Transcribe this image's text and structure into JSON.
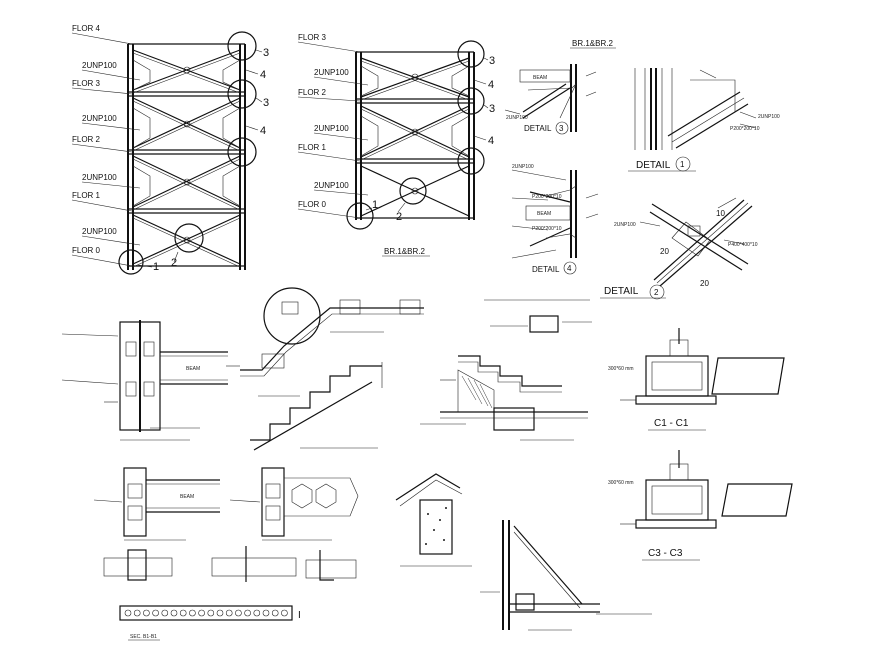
{
  "frame_a": {
    "floors": [
      "FLOR  4",
      "FLOR  3",
      "FLOR  2",
      "FLOR  1",
      "FLOR  0"
    ],
    "members": [
      "2UNP100",
      "2UNP100",
      "2UNP100",
      "2UNP100"
    ],
    "callouts": [
      "3",
      "4",
      "3",
      "4",
      "1",
      "2"
    ]
  },
  "frame_b": {
    "floors": [
      "FLOR  3",
      "FLOR  2",
      "FLOR  1",
      "FLOR  0"
    ],
    "members": [
      "2UNP100",
      "2UNP100",
      "2UNP100"
    ],
    "callouts": [
      "3",
      "4",
      "3",
      "4",
      "1",
      "2"
    ],
    "caption": "BR.1&BR.2"
  },
  "details": {
    "top_caption": "BR.1&BR.2",
    "detail3": {
      "title": "DETAIL",
      "num": "3",
      "member": "2UNP100",
      "beam": "BEAM"
    },
    "detail1": {
      "title": "DETAIL",
      "num": "1",
      "member": "2UNP100",
      "plate": "P200*200*10"
    },
    "detail4": {
      "title": "DETAIL",
      "num": "4",
      "member": "2UNP100",
      "plate1": "P200*200*10",
      "plate2": "P200*200*10",
      "beam": "BEAM"
    },
    "detail2": {
      "title": "DETAIL",
      "num": "2",
      "member": "2UNP100",
      "plate": "P400*400*10",
      "dim1": "10",
      "dim2": "20",
      "dim3": "20"
    }
  },
  "stair": {
    "beam": "BEAM"
  },
  "sections": {
    "c1": "C1 - C1",
    "c3": "C3 - C3",
    "dims": [
      "300*60 mm",
      "300*60 mm"
    ]
  },
  "bottom": {
    "beam": "BEAM",
    "sec_label": "SEC. B1-B1",
    "ibeam": "I"
  }
}
